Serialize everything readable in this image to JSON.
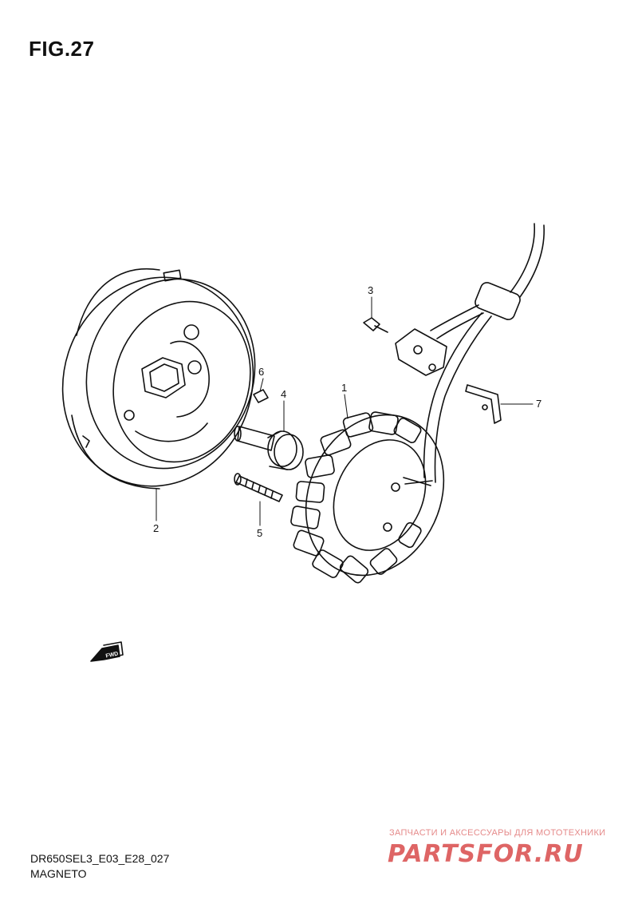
{
  "figure": {
    "title": "FIG.27",
    "model_code": "DR650SEL3_E03_E28_027",
    "section_name": "MAGNETO"
  },
  "callouts": [
    "1",
    "2",
    "3",
    "4",
    "5",
    "6",
    "7"
  ],
  "direction_marker": {
    "label": "FWD"
  },
  "watermark": {
    "tagline": "ЗАПЧАСТИ И АКСЕССУАРЫ ДЛЯ МОТОТЕХНИКИ",
    "logo": "PARTSFOR.RU"
  }
}
